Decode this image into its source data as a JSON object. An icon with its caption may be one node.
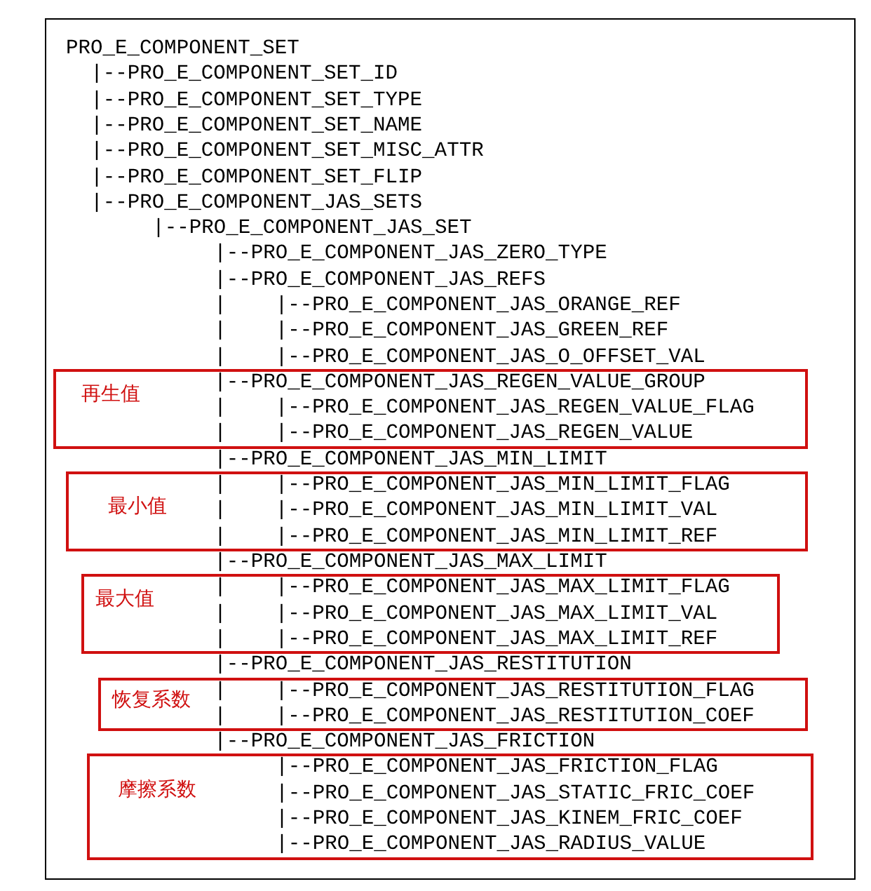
{
  "diagram": {
    "nodes": [
      {
        "text": [
          "再生值",
          "|--PRO_E_COMPONENT_JAS_REGEN_VALUE_GROUP",
          "|    |--PRO_E_COMPONENT_JAS_REGEN_VALUE_FLAG",
          "|    |--PRO_E_COMPONENT_JAS_REGEN_VALUE"
        ]
      },
      {
        "text": [
          "最小值",
          "|    |--PRO_E_COMPONENT_JAS_MIN_LIMIT_FLAG",
          "|    |--PRO_E_COMPONENT_JAS_MIN_LIMIT_VAL",
          "|    |--PRO_E_COMPONENT_JAS_MIN_LIMIT_REF"
        ]
      },
      {
        "text": [
          "最大值",
          "|    |--PRO_E_COMPONENT_JAS_MAX_LIMIT_FLAG",
          "|    |--PRO_E_COMPONENT_JAS_MAX_LIMIT_VAL",
          "|    |--PRO_E_COMPONENT_JAS_MAX_LIMIT_REF"
        ]
      },
      {
        "text": [
          "恢复系数",
          "|    |--PRO_E_COMPONENT_JAS_RESTITUTION_FLAG",
          "|    |--PRO_E_COMPONENT_JAS_RESTITUTION_COEF"
        ]
      },
      {
        "text": [
          "摩擦系数",
          "|--PRO_E_COMPONENT_JAS_FRICTION_FLAG",
          "|--PRO_E_COMPONENT_JAS_STATIC_FRIC_COEF",
          "|--PRO_E_COMPONENT_JAS_KINEM_FRIC_COEF",
          "|--PRO_E_COMPONENT_JAS_RADIUS_VALUE"
        ]
      }
    ],
    "labels": [
      "PRO_E_COMPONENT_SET",
      "|--PRO_E_COMPONENT_SET_ID",
      "|--PRO_E_COMPONENT_SET_TYPE",
      "|--PRO_E_COMPONENT_SET_NAME",
      "|--PRO_E_COMPONENT_SET_MISC_ATTR",
      "|--PRO_E_COMPONENT_SET_FLIP",
      "|--PRO_E_COMPONENT_JAS_SETS",
      "|--PRO_E_COMPONENT_JAS_SET",
      "|--PRO_E_COMPONENT_JAS_ZERO_TYPE",
      "|--PRO_E_COMPONENT_JAS_REFS",
      "|    |--PRO_E_COMPONENT_JAS_ORANGE_REF",
      "|    |--PRO_E_COMPONENT_JAS_GREEN_REF",
      "|    |--PRO_E_COMPONENT_JAS_O_OFFSET_VAL",
      "|--PRO_E_COMPONENT_JAS_MIN_LIMIT",
      "|--PRO_E_COMPONENT_JAS_MAX_LIMIT",
      "|--PRO_E_COMPONENT_JAS_RESTITUTION",
      "|--PRO_E_COMPONENT_JAS_FRICTION"
    ]
  }
}
